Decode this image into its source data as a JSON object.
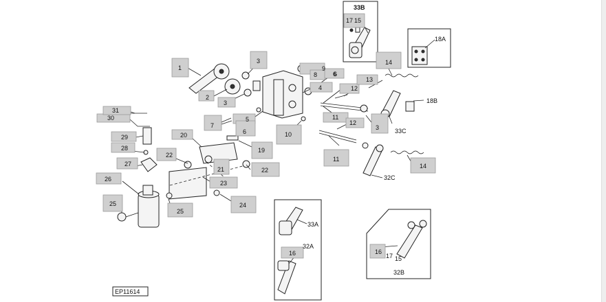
{
  "figure_id": "EP11614",
  "colors": {
    "callout_fill": "#cfcfcf",
    "line": "#222222",
    "part_fill": "#f4f4f4"
  },
  "callouts": [
    {
      "key": "c1",
      "text": "1"
    },
    {
      "key": "c2",
      "text": "2"
    },
    {
      "key": "c3a",
      "text": "3"
    },
    {
      "key": "c3b",
      "text": "3"
    },
    {
      "key": "c3c",
      "text": "3"
    },
    {
      "key": "c4",
      "text": "4"
    },
    {
      "key": "c5",
      "text": "5"
    },
    {
      "key": "c6a",
      "text": "6"
    },
    {
      "key": "c6b",
      "text": "6"
    },
    {
      "key": "c7",
      "text": "7"
    },
    {
      "key": "c8",
      "text": "8"
    },
    {
      "key": "c9",
      "text": "9"
    },
    {
      "key": "c10",
      "text": "10"
    },
    {
      "key": "c11a",
      "text": "11"
    },
    {
      "key": "c11b",
      "text": "11"
    },
    {
      "key": "c12a",
      "text": "12"
    },
    {
      "key": "c12b",
      "text": "12"
    },
    {
      "key": "c13",
      "text": "13"
    },
    {
      "key": "c14a",
      "text": "14"
    },
    {
      "key": "c14b",
      "text": "14"
    },
    {
      "key": "c16a",
      "text": "16"
    },
    {
      "key": "c16b",
      "text": "16"
    },
    {
      "key": "c19",
      "text": "19"
    },
    {
      "key": "c20",
      "text": "20"
    },
    {
      "key": "c21",
      "text": "21"
    },
    {
      "key": "c22a",
      "text": "22"
    },
    {
      "key": "c22b",
      "text": "22"
    },
    {
      "key": "c23",
      "text": "23"
    },
    {
      "key": "c24",
      "text": "24"
    },
    {
      "key": "c25a",
      "text": "25"
    },
    {
      "key": "c25b",
      "text": "25"
    },
    {
      "key": "c26",
      "text": "26"
    },
    {
      "key": "c27",
      "text": "27"
    },
    {
      "key": "c28",
      "text": "28"
    },
    {
      "key": "c29",
      "text": "29"
    },
    {
      "key": "c30",
      "text": "30"
    },
    {
      "key": "c31",
      "text": "31"
    },
    {
      "key": "c17a",
      "text": "17"
    },
    {
      "key": "c15a",
      "text": "15"
    }
  ],
  "plain_labels": [
    {
      "key": "p33b",
      "text": "33B"
    },
    {
      "key": "p18a",
      "text": "18A"
    },
    {
      "key": "p18b",
      "text": "18B"
    },
    {
      "key": "p33c",
      "text": "33C"
    },
    {
      "key": "p32c",
      "text": "32C"
    },
    {
      "key": "p33a",
      "text": "33A"
    },
    {
      "key": "p32a",
      "text": "32A"
    },
    {
      "key": "p32b",
      "text": "32B"
    },
    {
      "key": "p17b",
      "text": "17"
    },
    {
      "key": "p15b",
      "text": "15"
    },
    {
      "key": "p6c",
      "text": "6"
    }
  ]
}
